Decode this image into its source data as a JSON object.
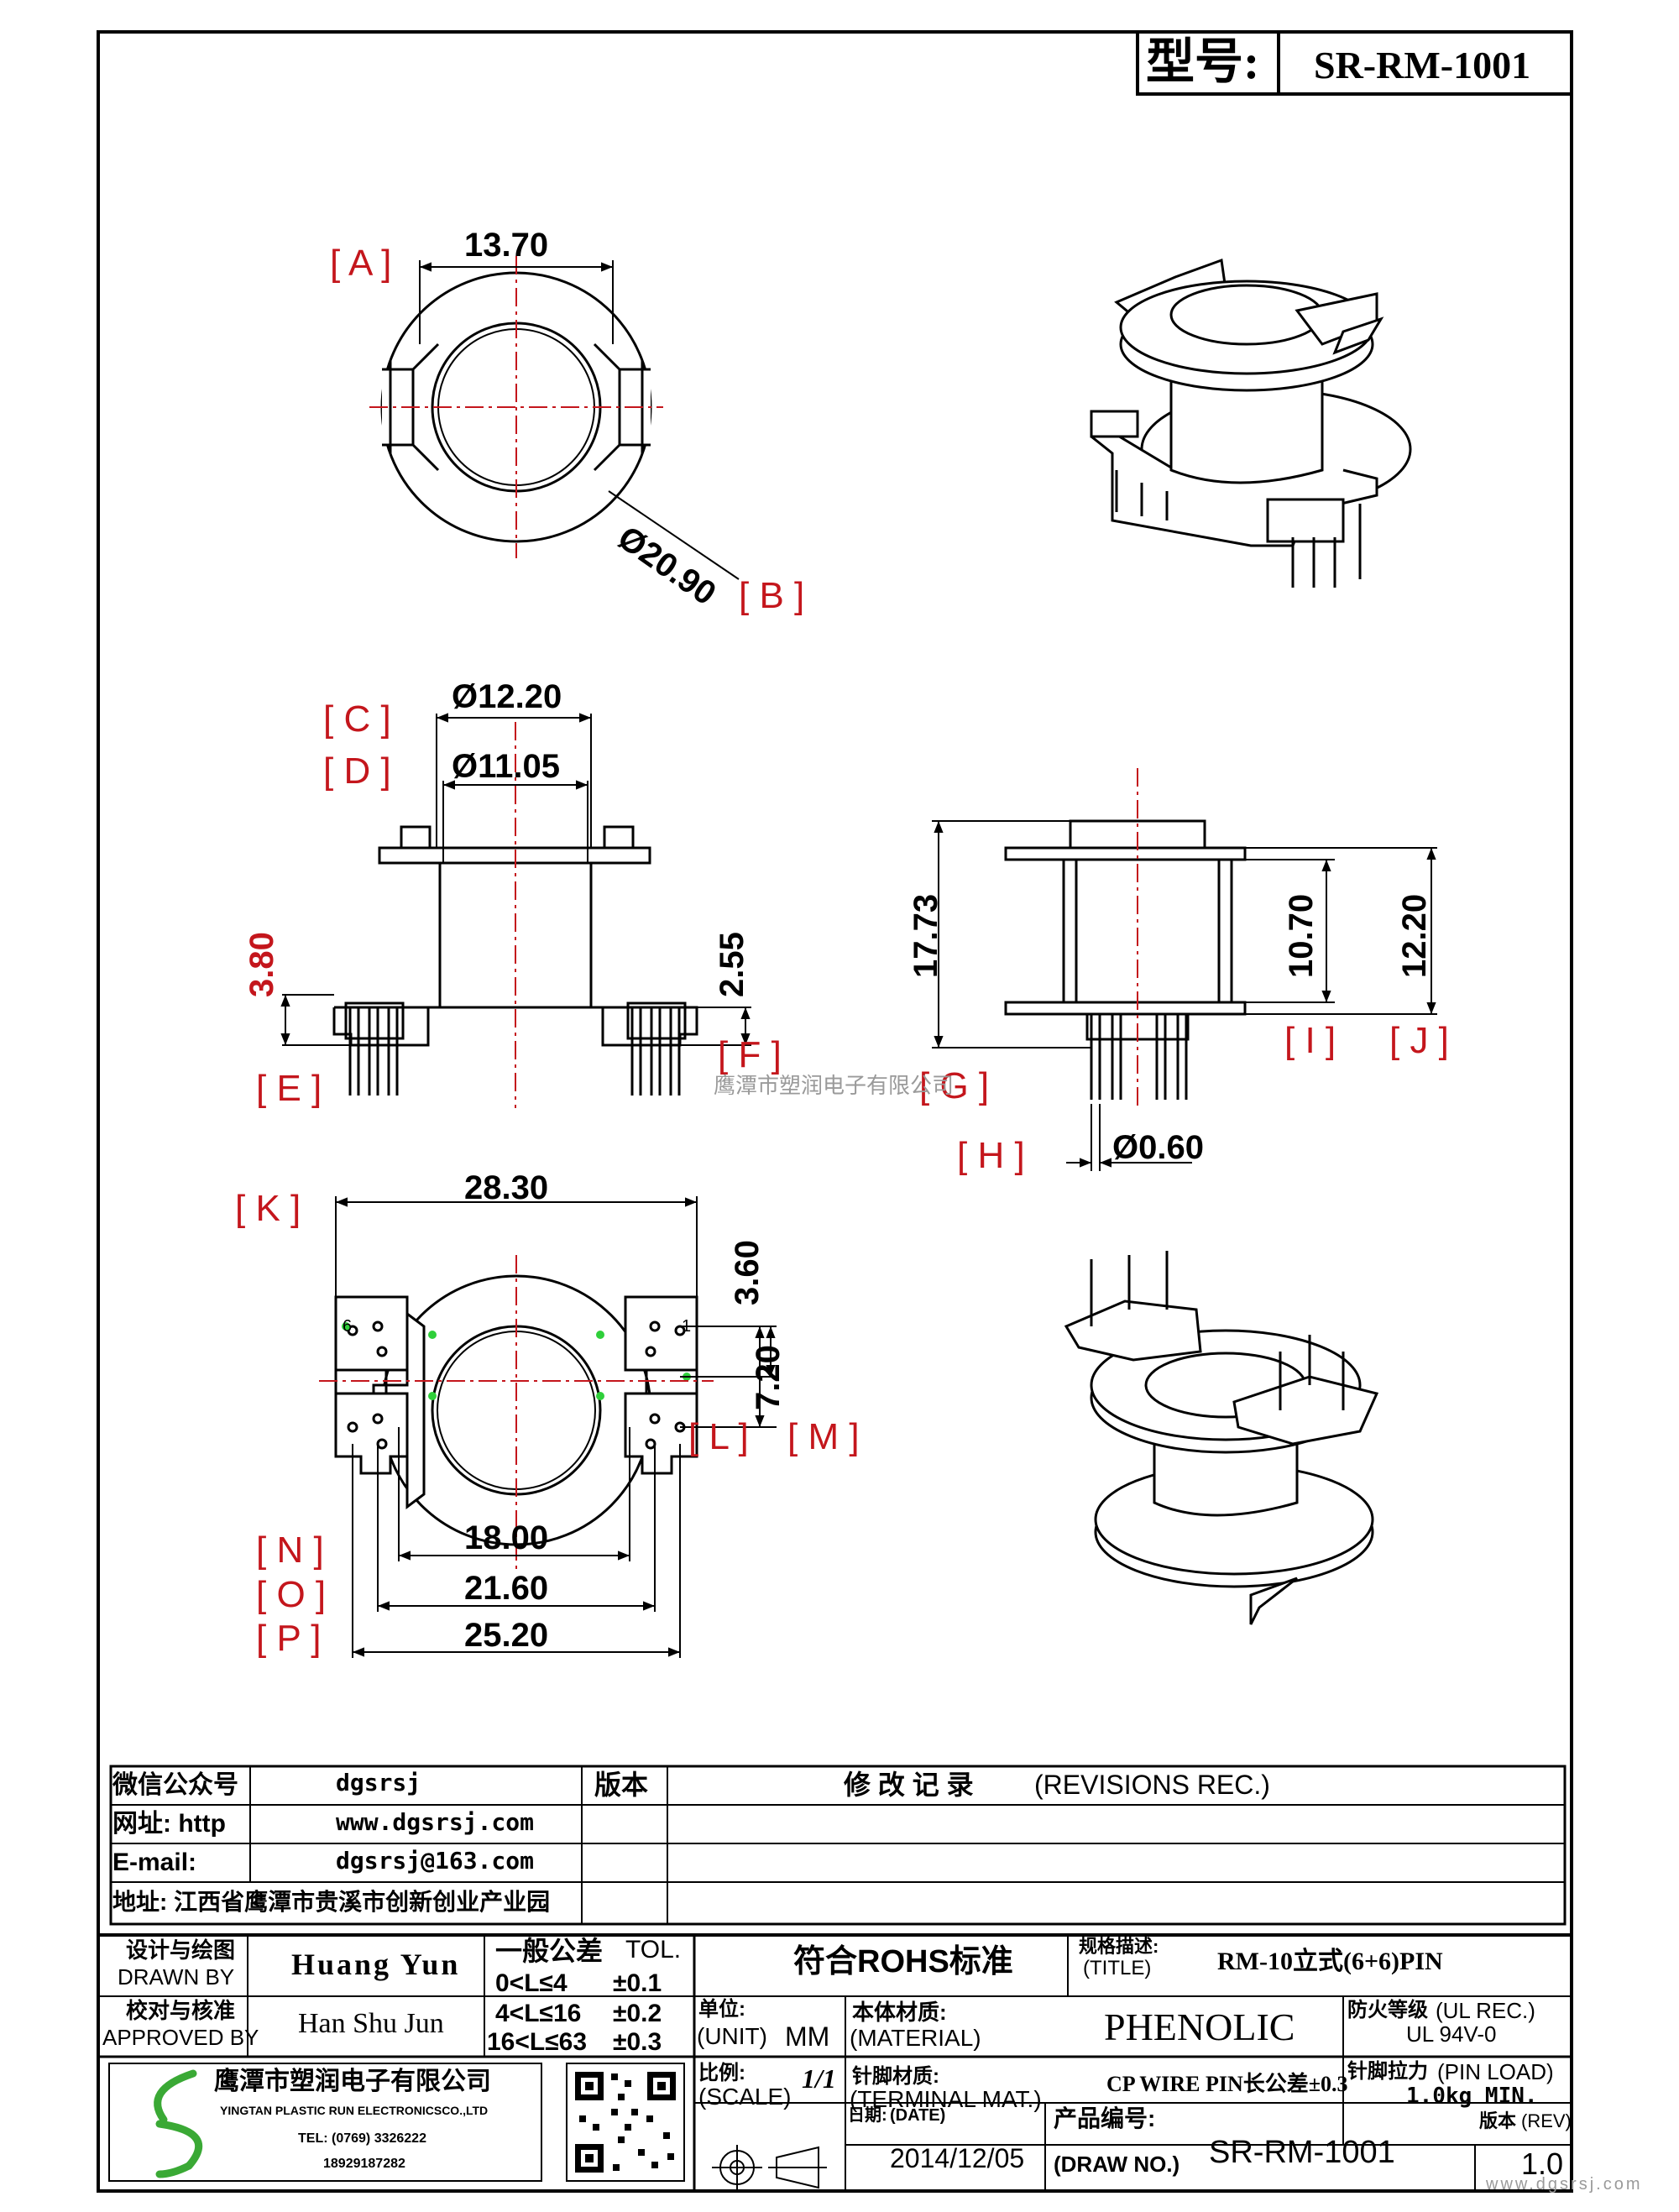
{
  "header": {
    "model_label": "型号:",
    "model_value": "SR-RM-1001"
  },
  "labels": {
    "A": "A",
    "B": "B",
    "C": "C",
    "D": "D",
    "E": "E",
    "F": "F",
    "G": "G",
    "H": "H",
    "I": "I",
    "J": "J",
    "K": "K",
    "L": "L",
    "M": "M",
    "N": "N",
    "O": "O",
    "P": "P"
  },
  "dims": {
    "a": "13.70",
    "b": "Ø20.90",
    "c": "Ø12.20",
    "d": "Ø11.05",
    "e": "3.80",
    "f": "2.55",
    "g": "17.73",
    "h": "Ø0.60",
    "i": "10.70",
    "j": "12.20",
    "k": "28.30",
    "l": "3.60",
    "m": "7.20",
    "n": "18.00",
    "o": "21.60",
    "p": "25.20"
  },
  "pin_marks": {
    "one": "1",
    "six": "6"
  },
  "watermark": "鹰潭市塑润电子有限公司",
  "info": {
    "wechat_label": "微信公众号",
    "wechat_value": "dgsrsj",
    "web_label": "网址: http",
    "web_value": "www.dgsrsj.com",
    "email_label": "E-mail:",
    "email_value": "dgsrsj@163.com",
    "address": "地址: 江西省鹰潭市贵溪市创新创业产业园",
    "rev_label": "版本",
    "revisions_cn": "修 改 记 录",
    "revisions_en": "(REVISIONS REC.)"
  },
  "title_block": {
    "designer_cn": "设计与绘图",
    "designer_en": "DRAWN BY",
    "designer_name": "Huang Yun",
    "checker_cn": "校对与核准",
    "checker_en": "APPROVED BY",
    "checker_name": "Han Shu Jun",
    "tol_cn": "一般公差",
    "tol_en": "TOL.",
    "tol_rows": [
      {
        "range": "0<L≤4",
        "value": "±0.1"
      },
      {
        "range": "4<L≤16",
        "value": "±0.2"
      },
      {
        "range": "16<L≤63",
        "value": "±0.3"
      }
    ],
    "rohs": "符合ROHS标准",
    "title_cn": "规格描述:",
    "title_en": "(TITLE)",
    "title_value": "RM-10立式(6+6)PIN",
    "unit_cn": "单位:",
    "unit_en": "(UNIT)",
    "unit_value": "MM",
    "material_cn": "本体材质:",
    "material_en": "(MATERIAL)",
    "material_value": "PHENOLIC",
    "fire_cn": "防火等级",
    "fire_en": "(UL REC.)",
    "fire_value": "UL 94V-0",
    "scale_cn": "比例:",
    "scale_en": "(SCALE)",
    "scale_value": "1/1",
    "terminal_cn": "针脚材质:",
    "terminal_en": "(TERMINAL MAT.)",
    "terminal_value": "CP WIRE  PIN长公差±0.3",
    "pinload_cn": "针脚拉力",
    "pinload_en": "(PIN LOAD)",
    "pinload_value": "1.0kg MIN.",
    "date_cn": "日期:",
    "date_en": "(DATE)",
    "date_value": "2014/12/05",
    "drawno_cn": "产品编号:",
    "drawno_en": "(DRAW NO.)",
    "drawno_value": "SR-RM-1001",
    "rev_cn": "版本",
    "rev_en": "(REV)",
    "rev_value": "1.0",
    "company_cn": "鹰潭市塑润电子有限公司",
    "company_en": "YINGTAN PLASTIC RUN ELECTRONICSCO.,LTD",
    "company_tel": "TEL: (0769) 3326222",
    "company_mobile": "18929187282",
    "site_watermark": "www.dgsrsj.com"
  },
  "colors": {
    "dim_red": "#c4161c",
    "pin_green": "#2fcf3a",
    "logo_green": "#3aa935"
  }
}
